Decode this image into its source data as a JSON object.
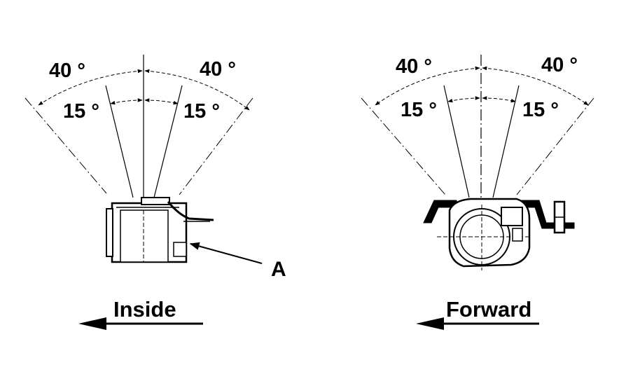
{
  "left_view": {
    "angle_outer_left": "40 °",
    "angle_outer_right": "40 °",
    "angle_inner_left": "15 °",
    "angle_inner_right": "15 °",
    "callout": "A",
    "direction_label": "Inside"
  },
  "right_view": {
    "angle_outer_left": "40 °",
    "angle_outer_right": "40 °",
    "angle_inner_left": "15 °",
    "angle_inner_right": "15 °",
    "direction_label": "Forward"
  },
  "colors": {
    "ink": "#000000",
    "background": "#ffffff"
  }
}
